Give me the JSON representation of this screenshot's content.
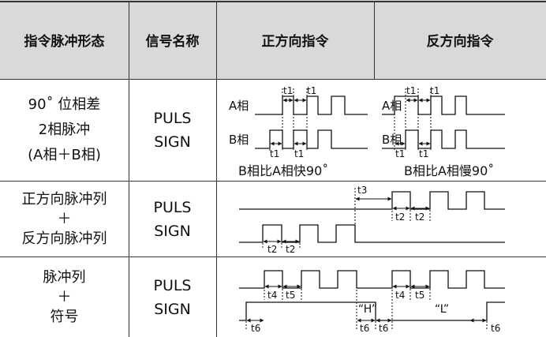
{
  "header": {
    "col1": "指令脉冲形态",
    "col2": "信号名称",
    "col3": "正方向指令",
    "col4": "反方向指令"
  },
  "rows": [
    {
      "form": [
        "90˚ 位相差",
        "2相脉冲",
        "(A相＋B相)"
      ],
      "signal": [
        "PULS",
        "SIGN"
      ],
      "labels": {
        "a_phase": "A相",
        "b_phase": "B相",
        "t1": "t1",
        "forward_caption": "B相比A相快90˚",
        "reverse_caption": "B相比A相慢90˚"
      }
    },
    {
      "form": [
        "正方向脉冲列",
        "＋",
        "反方向脉冲列"
      ],
      "signal": [
        "PULS",
        "SIGN"
      ],
      "labels": {
        "t2": "t2",
        "t3": "t3"
      }
    },
    {
      "form": [
        "脉冲列",
        "＋",
        "符号"
      ],
      "signal": [
        "PULS",
        "SIGN"
      ],
      "labels": {
        "t4": "t4",
        "t5": "t5",
        "t6": "t6",
        "high": "“H”",
        "low": "“L”"
      }
    }
  ]
}
